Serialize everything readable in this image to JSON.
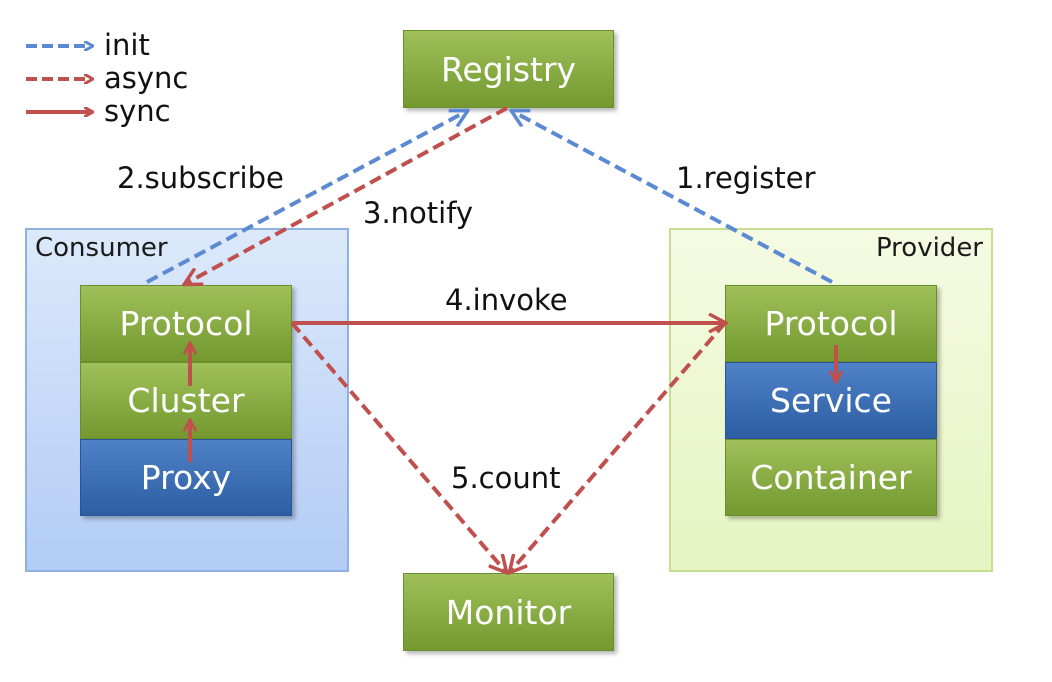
{
  "legend": [
    {
      "label": "init",
      "style": "dashed",
      "color": "#5b8ad2",
      "icon": "dashed-blue-arrow"
    },
    {
      "label": "async",
      "style": "dashed",
      "color": "#c0504d",
      "icon": "dashed-red-arrow"
    },
    {
      "label": "sync",
      "style": "solid",
      "color": "#c0504d",
      "icon": "solid-red-arrow"
    }
  ],
  "nodes": {
    "registry": "Registry",
    "monitor": "Monitor",
    "consumer": {
      "title": "Consumer",
      "protocol": "Protocol",
      "cluster": "Cluster",
      "proxy": "Proxy"
    },
    "provider": {
      "title": "Provider",
      "protocol": "Protocol",
      "service": "Service",
      "container": "Container"
    }
  },
  "edges": {
    "register": "1.register",
    "subscribe": "2.subscribe",
    "notify": "3.notify",
    "invoke": "4.invoke",
    "count": "5.count"
  },
  "colors": {
    "init": "#5b8ad2",
    "async": "#c0504d",
    "sync": "#c0504d",
    "green_box": "#86ac41",
    "blue_box": "#3a6cb4"
  }
}
